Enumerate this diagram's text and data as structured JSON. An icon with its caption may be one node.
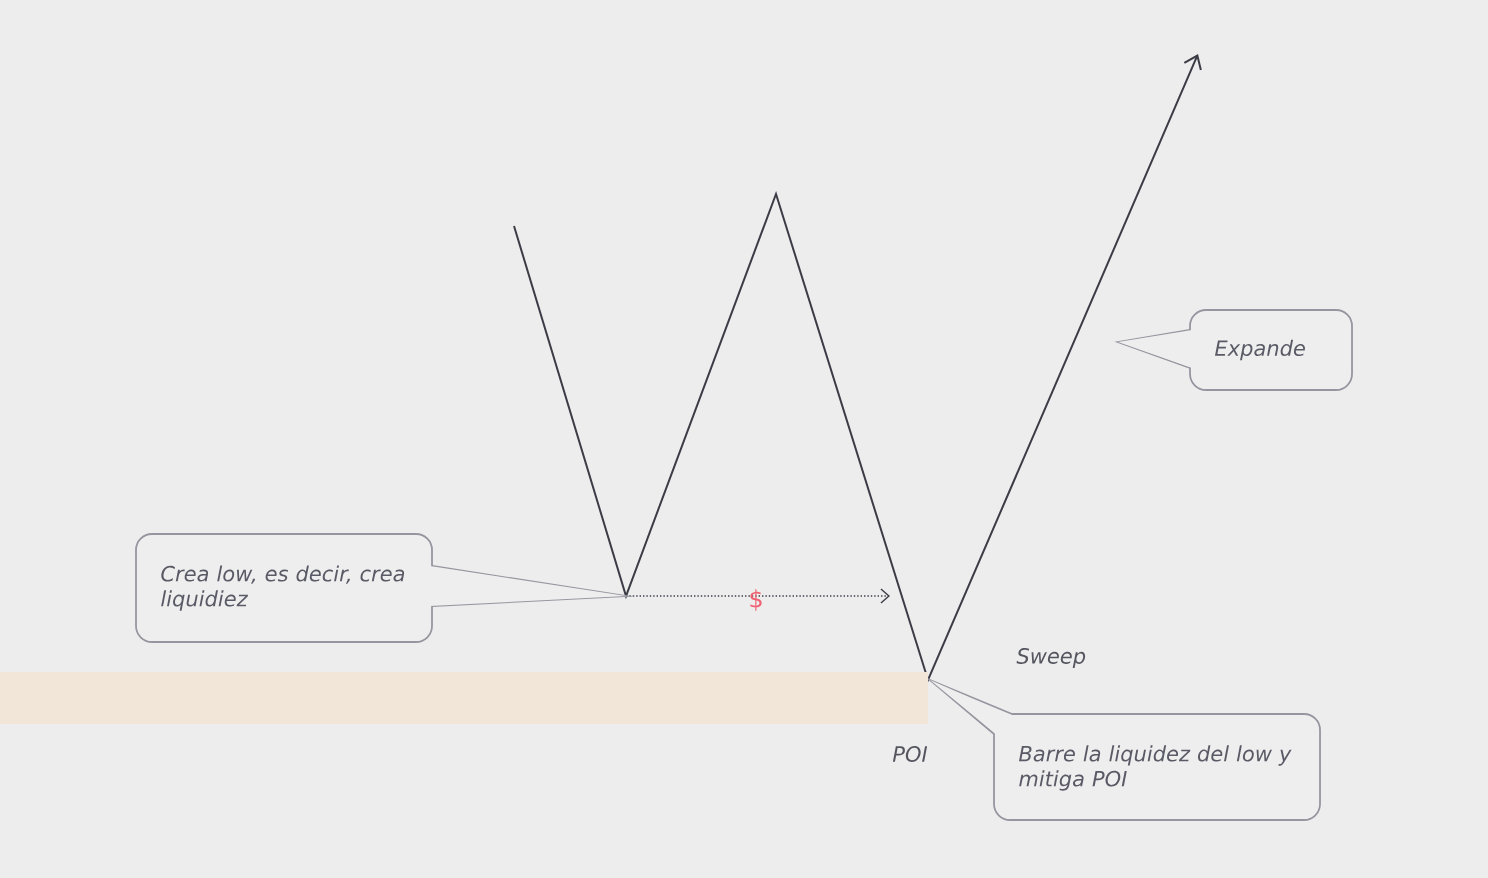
{
  "diagram": {
    "nodes": [
      {
        "text": [
          "Crea low, es decir, crea liquidiez"
        ]
      },
      {
        "text": [
          "Expande"
        ]
      },
      {
        "text": [
          "Barre la liquidez del low y mitiga POI"
        ]
      },
      {
        "text": [
          "POI"
        ]
      }
    ],
    "labels": [
      "$",
      "Sweep"
    ]
  }
}
